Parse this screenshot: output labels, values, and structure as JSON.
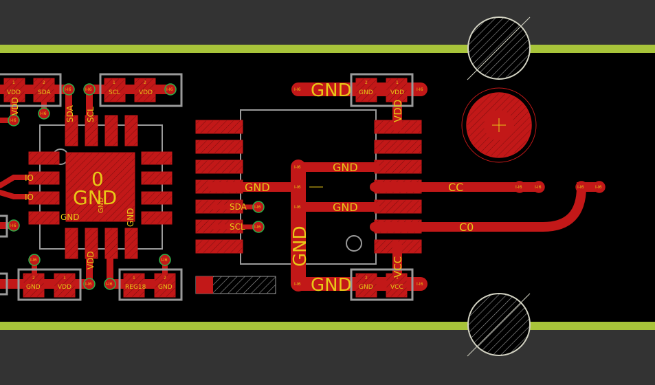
{
  "colors": {
    "background": "#333333",
    "board": "#000000",
    "outline": "#a8c43a",
    "copper": "#c21818",
    "label": "#e8c817",
    "silkscreen": "#9a9a9a",
    "via_ring": "#2bb24a",
    "hole": "#d4d4c4"
  },
  "board": {
    "via_label": "I-I6",
    "ic_left": {
      "big_label": "GND",
      "number": "0",
      "pin_label": "GND",
      "rot_label_1": "GND",
      "rot_label_2": "GND"
    },
    "net_labels": {
      "gnd_top": "GND",
      "gnd_bottom": "GND",
      "gnd_vertical": "GND",
      "gnd_r1": "GND",
      "gnd_r2": "GND",
      "gnd_mid": "GND",
      "cc": "CC",
      "c0": "C0",
      "sda_mid": "SDA",
      "scl_mid": "SCL",
      "sda_vertical": "SDA",
      "scl_vertical": "SCL",
      "vdd_vertical_left": "VDD",
      "vdd_vertical_right": "VDD",
      "vdd_bottom_vertical": "VDD",
      "vcc_vertical": "VCC",
      "io_1": "IO",
      "io_2": "IO"
    },
    "pads": {
      "vdd_tl": "VDD",
      "sda_tl": "SDA",
      "scl_tl": "SCL",
      "vdd_tl2": "VDD",
      "gnd_tr": "GND",
      "vdd_tr": "VDD",
      "gnd_bl": "GND",
      "vdd_bl": "VDD",
      "reg_bl": "REG18",
      "gnd_bl2": "GND",
      "gnd_br": "GND",
      "vcc_br": "VCC"
    },
    "pad_numbers": {
      "one": "1",
      "two": "2"
    }
  }
}
